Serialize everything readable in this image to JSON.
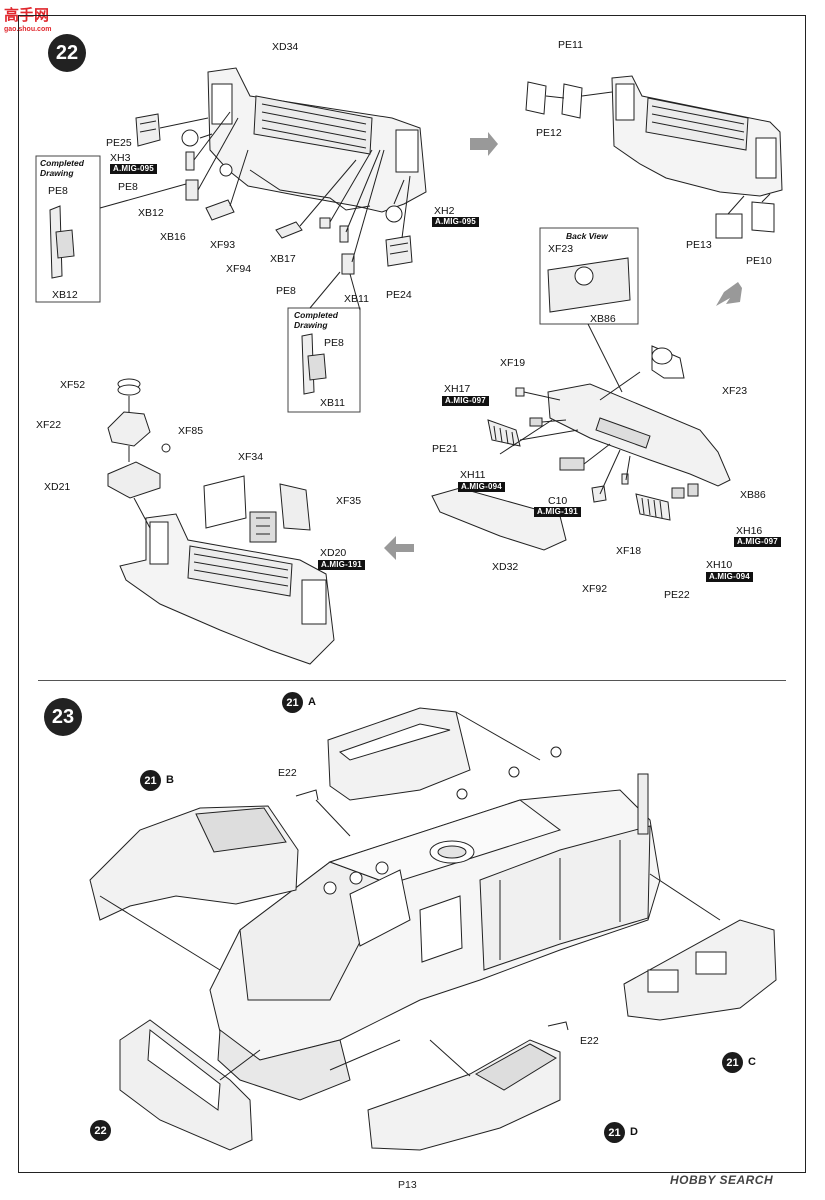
{
  "watermark": {
    "site": "高手网",
    "url": "gao.shou.com",
    "brand": "HOBBY SEARCH"
  },
  "page_label": "P13",
  "step22": {
    "number": "22",
    "completed_drawing_left": "Completed\nDrawing",
    "completed_drawing_mid": "Completed\nDrawing",
    "back_view": "Back View",
    "labels": {
      "xd34": "XD34",
      "pe25": "PE25",
      "xh3": "XH3",
      "pe8_a": "PE8",
      "xb12_a": "XB12",
      "pe8_cd": "PE8",
      "xb12_cd": "XB12",
      "xb16": "XB16",
      "xf93": "XF93",
      "xf94": "XF94",
      "xb17": "XB17",
      "pe8_b": "PE8",
      "xb11": "XB11",
      "pe24": "PE24",
      "xh2": "XH2",
      "pe8_cd2": "PE8",
      "xb11_cd": "XB11",
      "pe11": "PE11",
      "pe12": "PE12",
      "pe13": "PE13",
      "pe10": "PE10",
      "xf23_bv": "XF23",
      "xb86_bv": "XB86",
      "xf23": "XF23",
      "xf19": "XF19",
      "xh17": "XH17",
      "pe21": "PE21",
      "xh11": "XH11",
      "c10": "C10",
      "xb86": "XB86",
      "xh16": "XH16",
      "xf18": "XF18",
      "xh10": "XH10",
      "xd32": "XD32",
      "xf92": "XF92",
      "pe22": "PE22",
      "xf52": "XF52",
      "xf22": "XF22",
      "xf85": "XF85",
      "xd21": "XD21",
      "xf34": "XF34",
      "xf35": "XF35",
      "xd20": "XD20"
    },
    "paint_tags": {
      "xh3": "A.MIG-095",
      "xh2": "A.MIG-095",
      "xh17": "A.MIG-097",
      "xh11": "A.MIG-094",
      "c10": "A.MIG-191",
      "xh16": "A.MIG-097",
      "xh10": "A.MIG-094",
      "xd20": "A.MIG-191"
    }
  },
  "step23": {
    "number": "23",
    "labels": {
      "e22_top": "E22",
      "e22_bottom": "E22"
    },
    "refs": [
      {
        "num": "21",
        "letter": "A"
      },
      {
        "num": "21",
        "letter": "B"
      },
      {
        "num": "21",
        "letter": "C"
      },
      {
        "num": "21",
        "letter": "D"
      },
      {
        "num": "22",
        "letter": ""
      }
    ]
  }
}
